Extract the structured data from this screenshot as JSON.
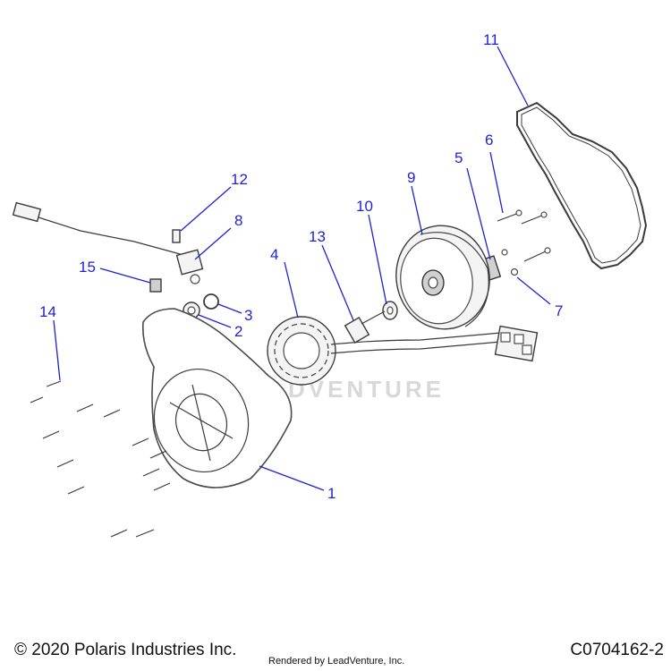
{
  "callouts": [
    {
      "id": "1",
      "label": "1"
    },
    {
      "id": "2",
      "label": "2"
    },
    {
      "id": "3",
      "label": "3"
    },
    {
      "id": "4",
      "label": "4"
    },
    {
      "id": "5",
      "label": "5"
    },
    {
      "id": "6",
      "label": "6"
    },
    {
      "id": "7",
      "label": "7"
    },
    {
      "id": "8",
      "label": "8"
    },
    {
      "id": "9",
      "label": "9"
    },
    {
      "id": "10",
      "label": "10"
    },
    {
      "id": "11",
      "label": "11"
    },
    {
      "id": "12",
      "label": "12"
    },
    {
      "id": "13",
      "label": "13"
    },
    {
      "id": "14",
      "label": "14"
    },
    {
      "id": "15",
      "label": "15"
    }
  ],
  "watermark": "LEADVENTURE",
  "footer": {
    "copyright": "© 2020 Polaris Industries Inc.",
    "rendered_by": "Rendered by LeadVenture, Inc.",
    "diagram_code": "C0704162-2"
  },
  "colors": {
    "callout": "#1f1fd6",
    "line_art": "#3a3a3a"
  }
}
